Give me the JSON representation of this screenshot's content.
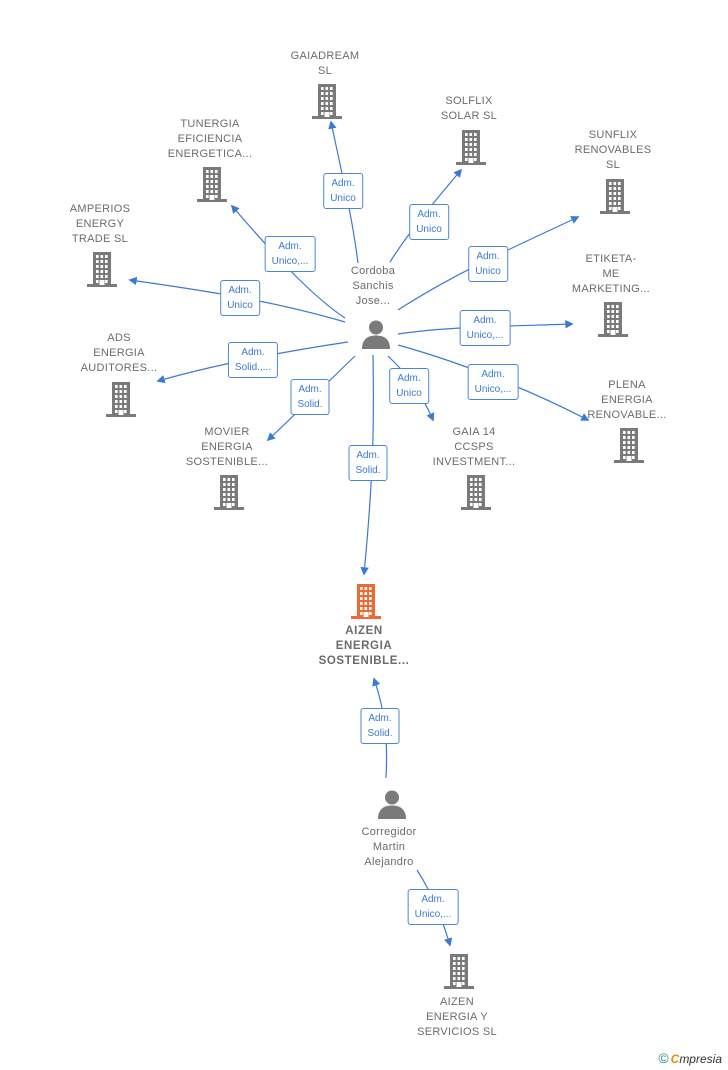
{
  "colors": {
    "company": "#7a7a7a",
    "highlight": "#ee6a32",
    "person": "#7a7a7a",
    "edge": "#3b7ad1"
  },
  "nodes": [
    {
      "id": "gaiadream",
      "kind": "company",
      "lines": [
        "GAIADREAM",
        "SL"
      ]
    },
    {
      "id": "tunergia",
      "kind": "company",
      "lines": [
        "TUNERGIA",
        "EFICIENCIA",
        "ENERGETICA..."
      ]
    },
    {
      "id": "solflix",
      "kind": "company",
      "lines": [
        "SOLFLIX",
        "SOLAR  SL"
      ]
    },
    {
      "id": "sunflix",
      "kind": "company",
      "lines": [
        "SUNFLIX",
        "RENOVABLES",
        "SL"
      ]
    },
    {
      "id": "amperios",
      "kind": "company",
      "lines": [
        "AMPERIOS",
        "ENERGY",
        "TRADE  SL"
      ]
    },
    {
      "id": "etiketa",
      "kind": "company",
      "lines": [
        "ETIKETA-",
        "ME",
        "MARKETING..."
      ]
    },
    {
      "id": "ads",
      "kind": "company",
      "lines": [
        "ADS",
        "ENERGIA",
        "AUDITORES..."
      ]
    },
    {
      "id": "plena",
      "kind": "company",
      "lines": [
        "PLENA",
        "ENERGIA",
        "RENOVABLE..."
      ]
    },
    {
      "id": "movier",
      "kind": "company",
      "lines": [
        "MOVIER",
        "ENERGIA",
        "SOSTENIBLE..."
      ]
    },
    {
      "id": "gaia14",
      "kind": "company",
      "lines": [
        "GAIA 14",
        "CCSPS",
        "INVESTMENT..."
      ]
    },
    {
      "id": "aizen_sost",
      "kind": "company-main",
      "lines": [
        "AIZEN",
        "ENERGIA",
        "SOSTENIBLE..."
      ]
    },
    {
      "id": "aizen_serv",
      "kind": "company",
      "lines": [
        "AIZEN",
        "ENERGIA Y",
        "SERVICIOS  SL"
      ]
    },
    {
      "id": "cordoba",
      "kind": "person",
      "lines": [
        "Cordoba",
        "Sanchis",
        "Jose..."
      ]
    },
    {
      "id": "corregidor",
      "kind": "person",
      "lines": [
        "Corregidor",
        "Martin",
        "Alejandro"
      ]
    }
  ],
  "edges": [
    {
      "from": "cordoba",
      "to": "gaiadream",
      "lines": [
        "Adm.",
        "Unico"
      ]
    },
    {
      "from": "cordoba",
      "to": "tunergia",
      "lines": [
        "Adm.",
        "Unico,..."
      ]
    },
    {
      "from": "cordoba",
      "to": "solflix",
      "lines": [
        "Adm.",
        "Unico"
      ]
    },
    {
      "from": "cordoba",
      "to": "sunflix",
      "lines": [
        "Adm.",
        "Unico"
      ]
    },
    {
      "from": "cordoba",
      "to": "amperios",
      "lines": [
        "Adm.",
        "Unico"
      ]
    },
    {
      "from": "cordoba",
      "to": "etiketa",
      "lines": [
        "Adm.",
        "Unico,..."
      ]
    },
    {
      "from": "cordoba",
      "to": "ads",
      "lines": [
        "Adm.",
        "Solid.,..."
      ]
    },
    {
      "from": "cordoba",
      "to": "plena",
      "lines": [
        "Adm.",
        "Unico,..."
      ]
    },
    {
      "from": "cordoba",
      "to": "movier",
      "lines": [
        "Adm.",
        "Solid."
      ]
    },
    {
      "from": "cordoba",
      "to": "gaia14",
      "lines": [
        "Adm.",
        "Unico"
      ]
    },
    {
      "from": "cordoba",
      "to": "aizen_sost",
      "lines": [
        "Adm.",
        "Solid."
      ]
    },
    {
      "from": "corregidor",
      "to": "aizen_sost",
      "lines": [
        "Adm.",
        "Solid."
      ]
    },
    {
      "from": "corregidor",
      "to": "aizen_serv",
      "lines": [
        "Adm.",
        "Unico,..."
      ]
    }
  ],
  "brand": {
    "copyright": "©",
    "name_initial": "C",
    "name_rest": "mpresia"
  }
}
